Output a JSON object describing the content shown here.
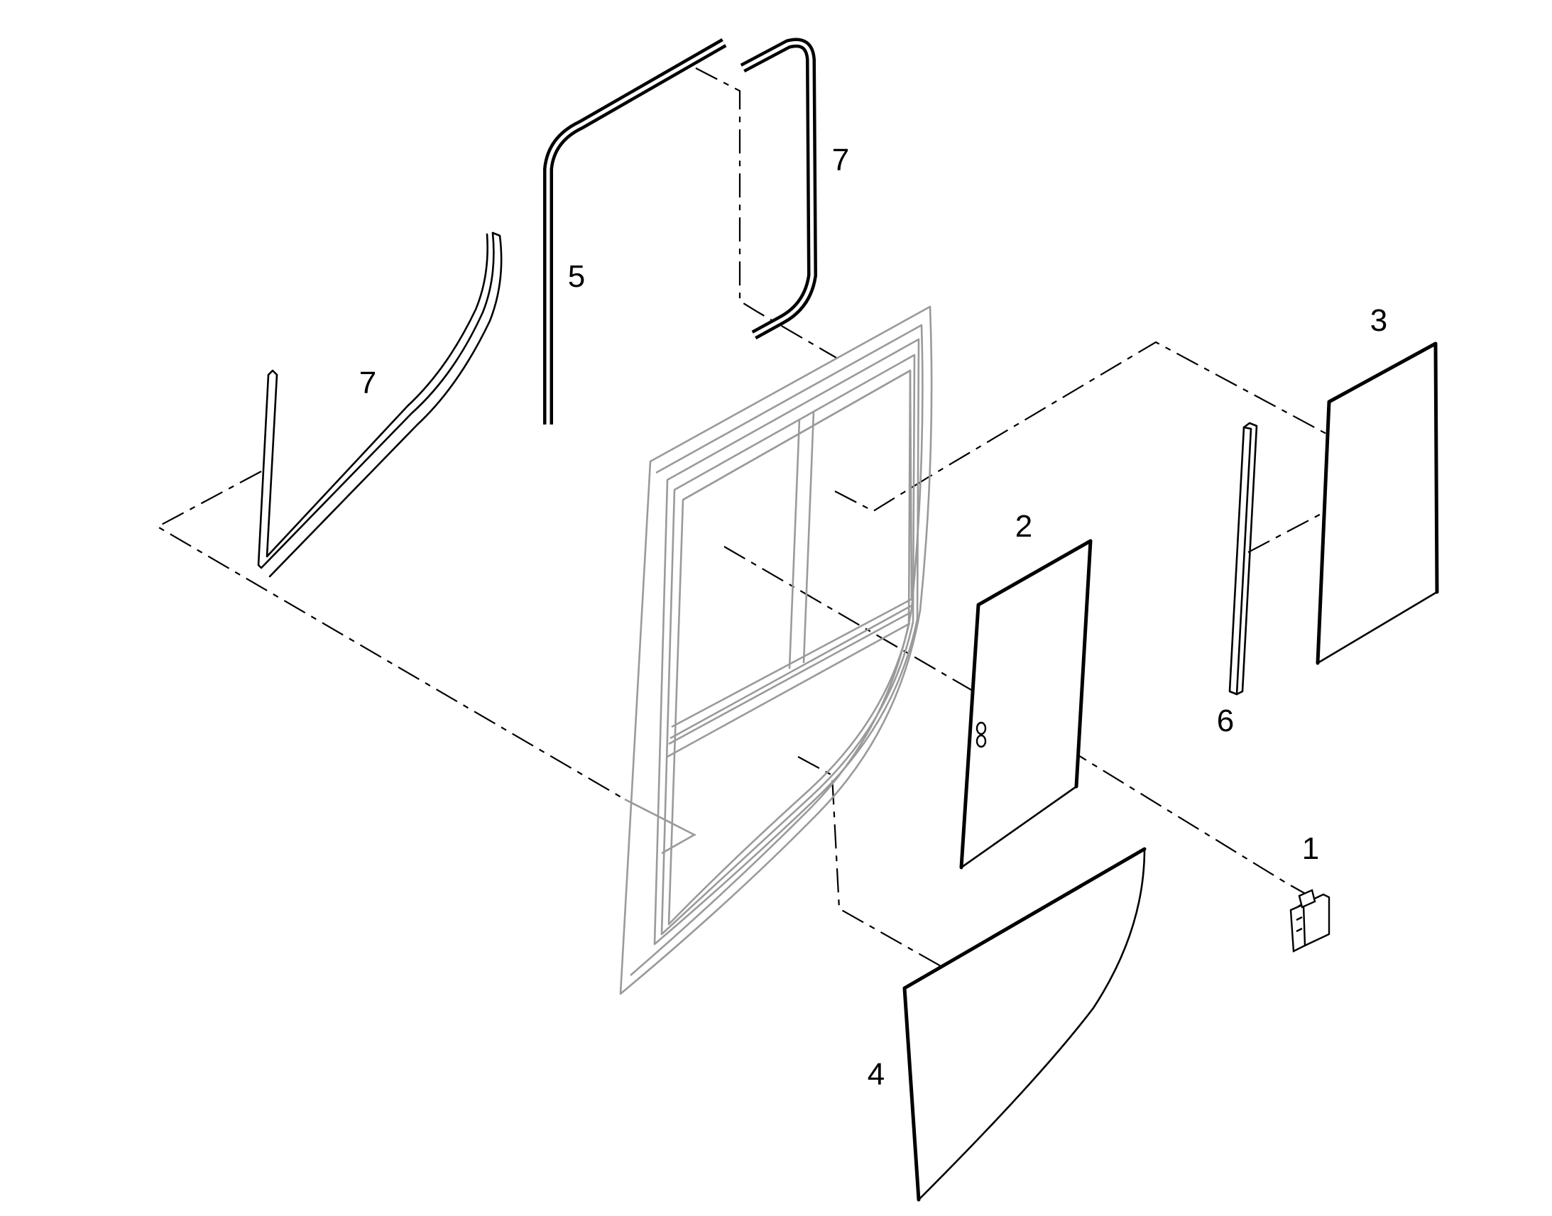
{
  "colors": {
    "frame": "#9a9a9a",
    "part": "#000000",
    "leader": "#000000",
    "background": "#ffffff"
  },
  "callouts": {
    "c1": "1",
    "c2": "2",
    "c3": "3",
    "c4": "4",
    "c5": "5",
    "c6": "6",
    "c7_top": "7",
    "c7_left": "7"
  }
}
